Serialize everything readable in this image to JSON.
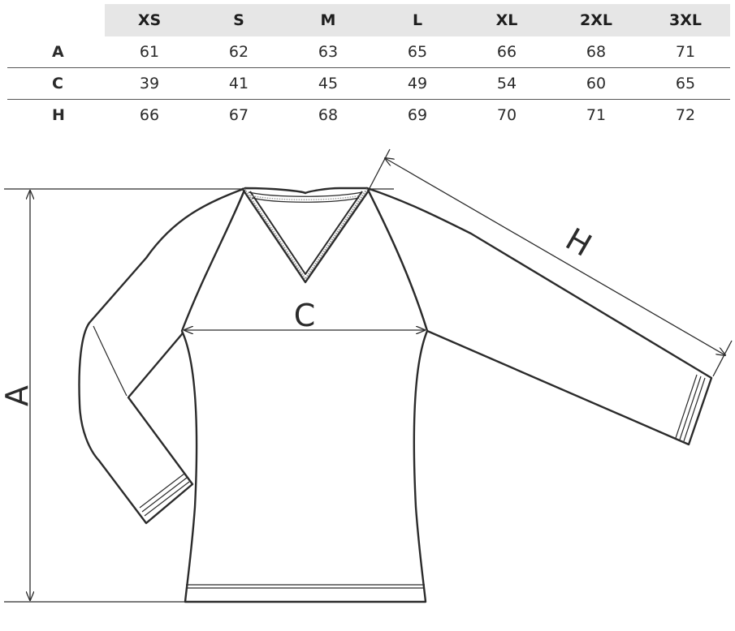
{
  "table": {
    "sizes": [
      "XS",
      "S",
      "M",
      "L",
      "XL",
      "2XL",
      "3XL"
    ],
    "rows": [
      {
        "label": "A",
        "values": [
          "61",
          "62",
          "63",
          "65",
          "66",
          "68",
          "71"
        ]
      },
      {
        "label": "C",
        "values": [
          "39",
          "41",
          "45",
          "49",
          "54",
          "60",
          "65"
        ]
      },
      {
        "label": "H",
        "values": [
          "66",
          "67",
          "68",
          "69",
          "70",
          "71",
          "72"
        ]
      }
    ]
  },
  "diagram": {
    "label_a": "A",
    "label_c": "C",
    "label_h": "H"
  }
}
